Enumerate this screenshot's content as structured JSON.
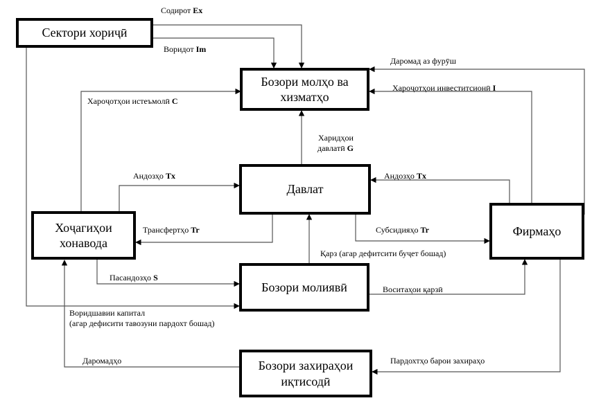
{
  "nodes": {
    "foreign_sector": "Сектори хориҷӣ",
    "goods_market": "Бозори молҳо ва\nхизматҳо",
    "government": "Давлат",
    "households": "Хоҷагиҳои\nхонавода",
    "firms": "Фирмаҳо",
    "financial_market": "Бозори молиявӣ",
    "resource_market": "Бозори захираҳои\nиқтисодӣ"
  },
  "flows": {
    "exports": {
      "text": "Содирот ",
      "symbol": "Ex"
    },
    "imports": {
      "text": "Воридот ",
      "symbol": "Im"
    },
    "sales_revenue": {
      "text": "Даромад аз фурӯш"
    },
    "investment": {
      "text": "Хароҷотҳои инвеститсионӣ ",
      "symbol": "I"
    },
    "consumption": {
      "text": "Хароҷотҳои истеъмолӣ ",
      "symbol": "C"
    },
    "gov_purchases": {
      "text": "Харидҳои\nдавлатӣ ",
      "symbol": "G"
    },
    "taxes_households": {
      "text": "Андозҳо ",
      "symbol": "Tx"
    },
    "taxes_firms": {
      "text": "Андозҳо ",
      "symbol": "Tx"
    },
    "transfers": {
      "text": "Трансфертҳо ",
      "symbol": "Tr"
    },
    "subsidies": {
      "text": "Субсидияҳо ",
      "symbol": "Tr"
    },
    "borrowing": {
      "text": "Қарз (агар дефитсити буҷет бошад)"
    },
    "savings": {
      "text": "Пасандозҳо ",
      "symbol": "S"
    },
    "credit": {
      "text": "Воситаҳои қарзӣ"
    },
    "capital_inflow": {
      "text": "Воридшавии капитал\n (агар дефисити тавозуни пардохт бошад)"
    },
    "income": {
      "text": "Даромадҳо"
    },
    "resource_payments": {
      "text": "Пардохтҳо барои захираҳо"
    }
  }
}
